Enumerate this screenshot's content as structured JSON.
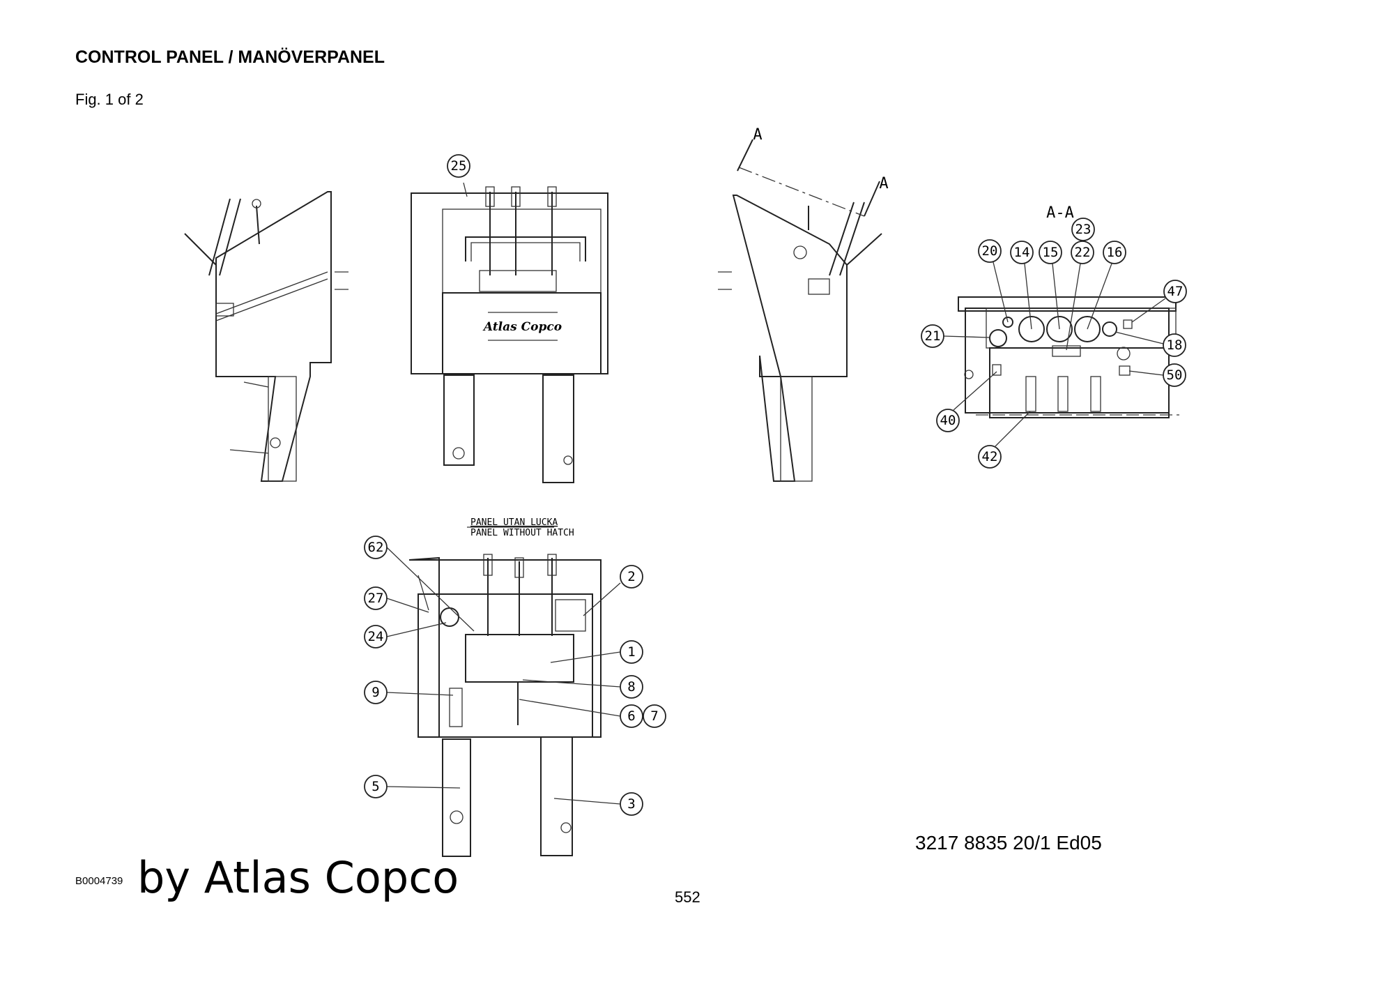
{
  "header": {
    "title": "CONTROL PANEL / MANÖVERPANEL",
    "figure": "Fig. 1 of 2"
  },
  "views": {
    "section_marker": "A",
    "section_label": "A-A",
    "bottom_label_1": "PANEL UTAN LUCKA",
    "bottom_label_2": "PANEL WITHOUT HATCH",
    "logo_text": "Atlas Copco"
  },
  "callouts": {
    "front": [
      "25"
    ],
    "a_a": [
      "20",
      "14",
      "15",
      "22",
      "23",
      "16",
      "47",
      "18",
      "50",
      "21",
      "40",
      "42"
    ],
    "bottom": [
      "62",
      "27",
      "24",
      "9",
      "5",
      "2",
      "1",
      "8",
      "6",
      "7",
      "3"
    ]
  },
  "footer": {
    "doc_number": "3217 8835 20/1  Ed05",
    "image_code": "B0004739",
    "brand": "by Atlas Copco",
    "page": "552"
  }
}
